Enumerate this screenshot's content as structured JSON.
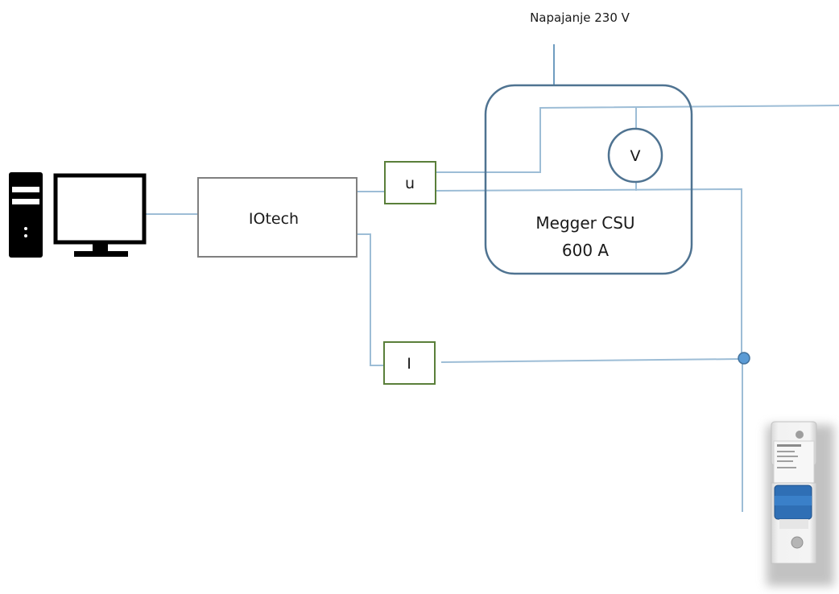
{
  "supply": {
    "label": "Napajanje 230 V"
  },
  "daq": {
    "label": "IOtech"
  },
  "voltage_sensor": {
    "label": "u"
  },
  "current_sensor": {
    "label": "I"
  },
  "voltmeter": {
    "label": "V"
  },
  "megger": {
    "line1": "Megger CSU",
    "line2": "600 A"
  }
}
